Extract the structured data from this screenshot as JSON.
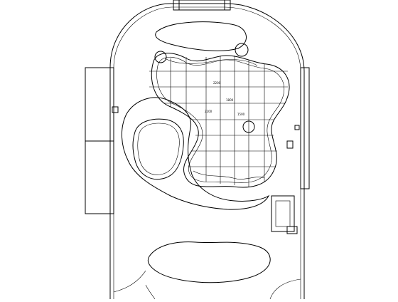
{
  "drawing": {
    "type": "site-plan",
    "line_color": "#000000",
    "background": "#ffffff",
    "labels": [
      {
        "id": "lbl-1",
        "text": "2200"
      },
      {
        "id": "lbl-2",
        "text": "1800"
      },
      {
        "id": "lbl-3",
        "text": "2200"
      },
      {
        "id": "lbl-4",
        "text": "1500"
      }
    ]
  }
}
